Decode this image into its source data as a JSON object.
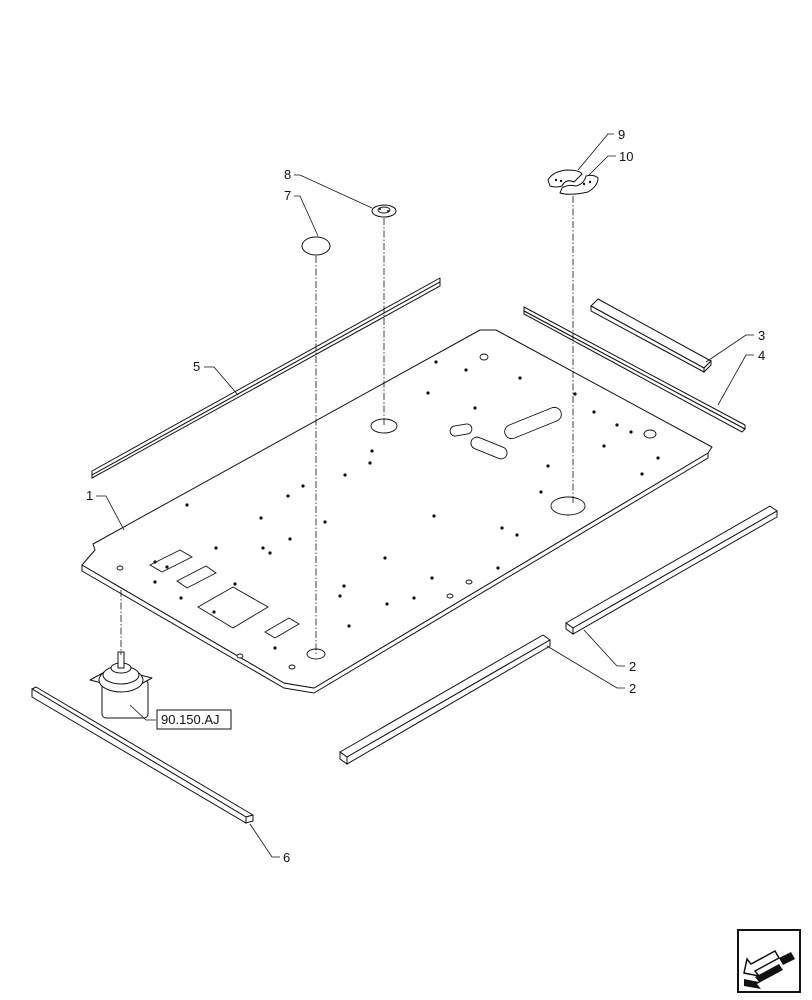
{
  "callouts": [
    {
      "id": "1",
      "label": "1"
    },
    {
      "id": "2a",
      "label": "2"
    },
    {
      "id": "2b",
      "label": "2"
    },
    {
      "id": "3",
      "label": "3"
    },
    {
      "id": "4",
      "label": "4"
    },
    {
      "id": "5",
      "label": "5"
    },
    {
      "id": "6",
      "label": "6"
    },
    {
      "id": "7",
      "label": "7"
    },
    {
      "id": "8",
      "label": "8"
    },
    {
      "id": "9",
      "label": "9"
    },
    {
      "id": "10",
      "label": "10"
    }
  ],
  "reference": {
    "label": "90.150.AJ"
  },
  "navigation": {
    "icon": "next-page-arrow-icon"
  }
}
